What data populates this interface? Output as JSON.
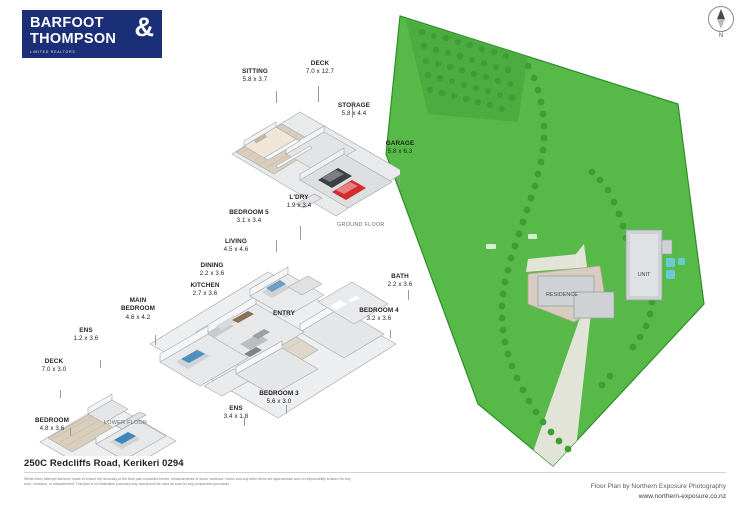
{
  "brand": {
    "line1": "BARFOOT",
    "line2": "THOMPSON",
    "ampersand": "&",
    "sub": "LIMITED REALTORS"
  },
  "compass": {
    "label": "N"
  },
  "address": "250C Redcliffs Road, Kerikeri 0294",
  "disclaimer": "Whilst every attempt has been made to ensure the accuracy of the floor plan contained herein, measurements of doors, windows, rooms and any other items are approximate and no responsibility is taken for any error, omission, or misstatement. This plan is for illustrative purposes only and should be used as such by any prospective purchaser.",
  "credit": {
    "line1": "Floor Plan by Northern Exposure Photography",
    "line2": "www.northern-exposure.co.nz"
  },
  "floor_labels": {
    "ground": "GROUND FLOOR",
    "lower": "LOWER FLOOR"
  },
  "site_labels": {
    "residence": "RESIDENCE",
    "unit": "UNIT"
  },
  "rooms": [
    {
      "name": "SITTING",
      "dim": "5.8 x 3.7"
    },
    {
      "name": "DECK",
      "dim": "7.0 x 12.7"
    },
    {
      "name": "STORAGE",
      "dim": "5.8 x 4.4"
    },
    {
      "name": "GARAGE",
      "dim": "5.8 x 6.3"
    },
    {
      "name": "L'DRY",
      "dim": "1.9 x 3.4"
    },
    {
      "name": "BEDROOM 5",
      "dim": "3.1 x 3.4"
    },
    {
      "name": "LIVING",
      "dim": "4.5 x 4.6"
    },
    {
      "name": "DINING",
      "dim": "2.2 x 3.6"
    },
    {
      "name": "KITCHEN",
      "dim": "2.7 x 3.6"
    },
    {
      "name": "BATH",
      "dim": "2.2 x 3.6"
    },
    {
      "name": "BEDROOM 4",
      "dim": "3.2 x 3.6"
    },
    {
      "name": "ENTRY",
      "dim": ""
    },
    {
      "name": "MAIN BEDROOM",
      "dim": "4.6 x 4.2"
    },
    {
      "name": "ENS",
      "dim": "1.2 x 3.6"
    },
    {
      "name": "DECK",
      "dim": "7.0 x 3.0"
    },
    {
      "name": "BEDROOM",
      "dim": "4.8 x 3.6"
    },
    {
      "name": "ENS",
      "dim": "3.4 x 1.8"
    },
    {
      "name": "BEDROOM 3",
      "dim": "5.6 x 3.0"
    }
  ],
  "colors": {
    "brand_blue": "#1b2f78",
    "lawn_green": "#57b947",
    "roof_grey": "#cfd2d4",
    "text_dark": "#231f20",
    "muted": "#7d7d7d"
  }
}
